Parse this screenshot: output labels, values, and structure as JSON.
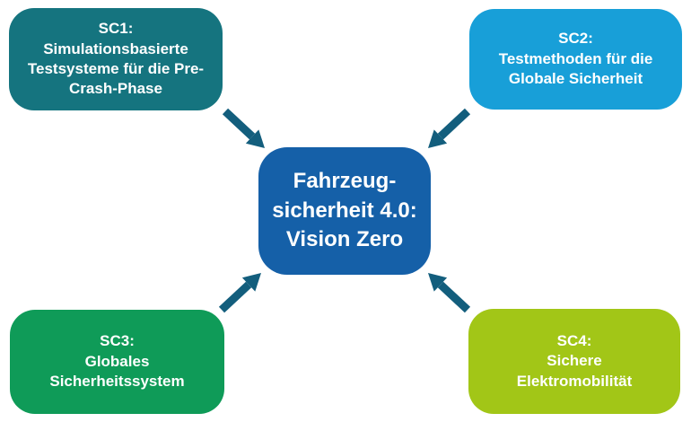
{
  "diagram": {
    "background": "#FFFFFF",
    "text_color": "#FFFFFF",
    "arrow_color": "#135E7D",
    "center_node": {
      "id": "center",
      "text": "Fahrzeug-\nsicherheit 4.0:\nVision Zero",
      "color": "#1560A8"
    },
    "nodes": [
      {
        "id": "sc1",
        "text": "SC1:\nSimulationsbasierte\nTestsysteme für die Pre-\nCrash-Phase",
        "color": "#15747F"
      },
      {
        "id": "sc2",
        "text": "SC2:\nTestmethoden für die\nGlobale Sicherheit",
        "color": "#189FD8"
      },
      {
        "id": "sc3",
        "text": "SC3:\nGlobales\nSicherheitssystem",
        "color": "#0F9B58"
      },
      {
        "id": "sc4",
        "text": "SC4:\nSichere\nElektromobilität",
        "color": "#A2C617"
      }
    ],
    "arrows": [
      {
        "id": "arrow-sc1-to-center",
        "from": "sc1",
        "to": "center"
      },
      {
        "id": "arrow-sc2-to-center",
        "from": "sc2",
        "to": "center"
      },
      {
        "id": "arrow-sc3-to-center",
        "from": "sc3",
        "to": "center"
      },
      {
        "id": "arrow-sc4-to-center",
        "from": "sc4",
        "to": "center"
      }
    ]
  }
}
